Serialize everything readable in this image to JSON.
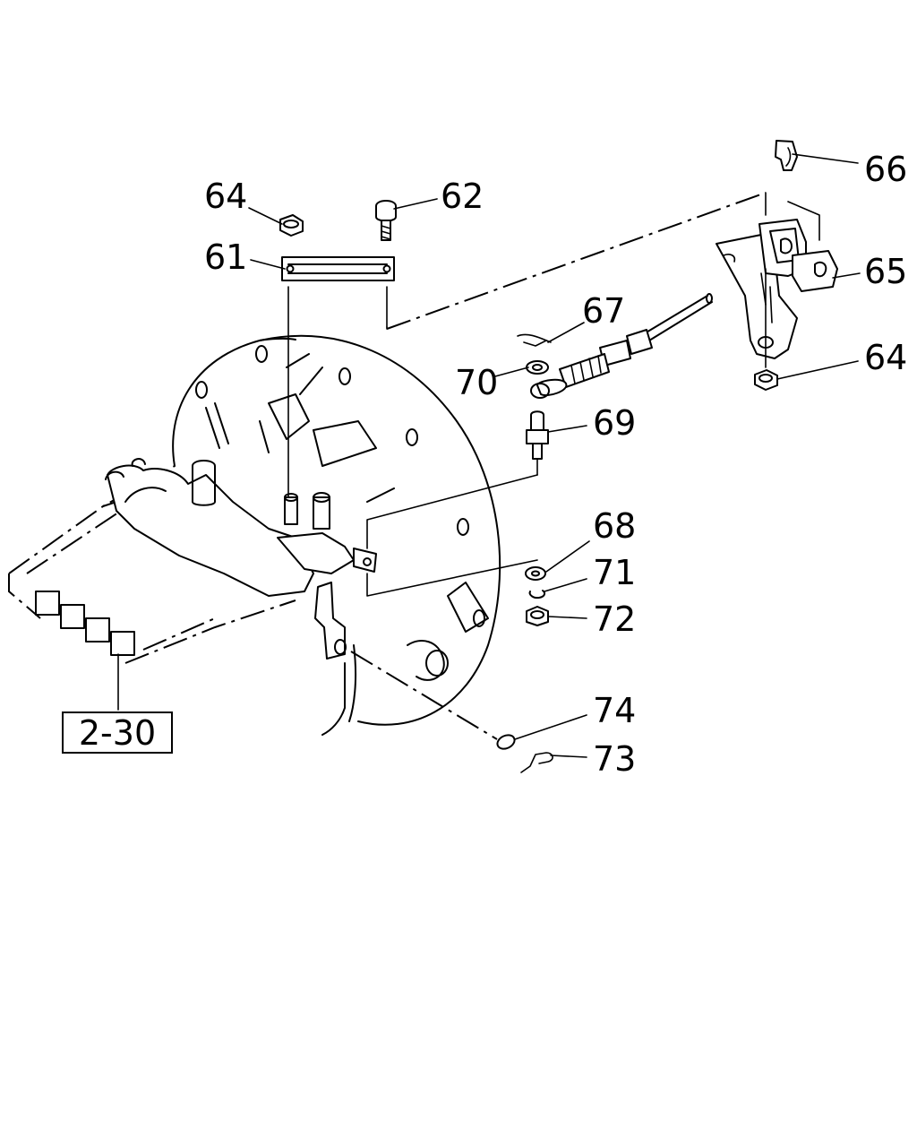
{
  "callouts": {
    "c61": "61",
    "c62": "62",
    "c64a": "64",
    "c64b": "64",
    "c65": "65",
    "c66": "66",
    "c67": "67",
    "c68": "68",
    "c69": "69",
    "c70": "70",
    "c71": "71",
    "c72": "72",
    "c73": "73",
    "c74": "74"
  },
  "reference_box": "2-30"
}
